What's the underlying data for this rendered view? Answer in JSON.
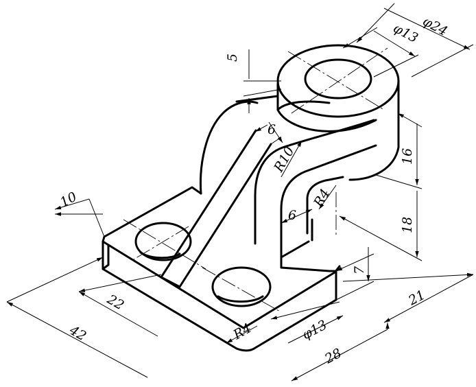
{
  "dimensions": {
    "outer_diameter": "φ24",
    "bore_diameter_top": "φ13",
    "boss_step": "5",
    "boss_height": "16",
    "boss_center_height": "18",
    "rib_thickness": "6",
    "fillet_large": "R10",
    "fillet_small_upper": "R4",
    "web_thickness": "6",
    "base_edge_offset": "10",
    "hole_spacing": "22",
    "base_length": "42",
    "base_thickness": "7",
    "base_width_offset": "21",
    "hole_diameter": "φ13",
    "base_corner_radius": "R4",
    "base_width": "28"
  }
}
